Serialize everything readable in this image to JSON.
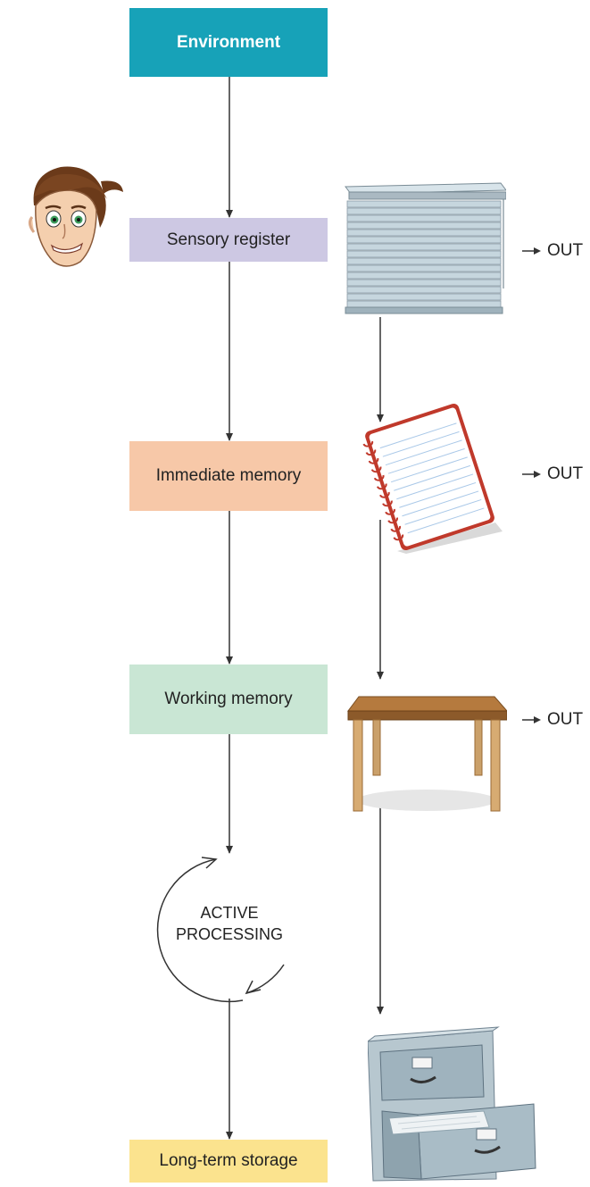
{
  "stages": {
    "environment": "Environment",
    "sensory": "Sensory register",
    "immediate": "Immediate memory",
    "working": "Working memory",
    "longterm": "Long-term storage"
  },
  "processing": {
    "line1": "ACTIVE",
    "line2": "PROCESSING"
  },
  "outputs": {
    "out1": "OUT",
    "out2": "OUT",
    "out3": "OUT"
  },
  "colors": {
    "environment": "#17a2b8",
    "sensory": "#cdc8e3",
    "immediate": "#f7c8a8",
    "working": "#c9e6d4",
    "longterm": "#fbe38e"
  },
  "icons": {
    "person": "face-illustration",
    "sensory": "window-blinds",
    "immediate": "spiral-notepad",
    "working": "wooden-table",
    "longterm": "filing-cabinet"
  }
}
